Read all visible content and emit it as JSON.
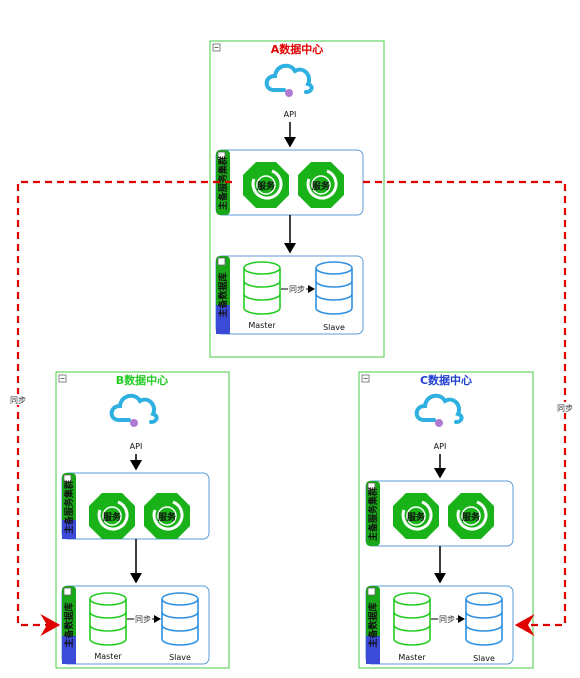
{
  "centers": [
    {
      "title": "A数据中心",
      "title_color": "#e00000",
      "api_label": "API",
      "service_layer": {
        "label": "主备服务集群",
        "services": [
          "服务",
          "服务"
        ]
      },
      "db_layer": {
        "label": "主备数据库",
        "master": "Master",
        "slave": "Slave",
        "sync_label": "同步"
      }
    },
    {
      "title": "B数据中心",
      "title_color": "#22cc22",
      "api_label": "API",
      "service_layer": {
        "label": "主备服务集群",
        "services": [
          "服务",
          "服务"
        ]
      },
      "db_layer": {
        "label": "主备数据库",
        "master": "Master",
        "slave": "Slave",
        "sync_label": "同步"
      }
    },
    {
      "title": "C数据中心",
      "title_color": "#1f3fd0",
      "api_label": "API",
      "service_layer": {
        "label": "主备服务集群",
        "services": [
          "服务",
          "服务"
        ]
      },
      "db_layer": {
        "label": "主备数据库",
        "master": "Master",
        "slave": "Slave",
        "sync_label": "同步"
      }
    }
  ],
  "cross_sync": {
    "left_label": "同步",
    "right_label": "同步",
    "color": "#e00000"
  },
  "colors": {
    "container_border": "#44cc44",
    "layer_border": "#5b9bd5",
    "layer_tab": "#1aa81a",
    "layer_tab_blue": "#3b4bd8",
    "service_green": "#19b219",
    "master_db": "#22cc22",
    "slave_db": "#2f8fe0",
    "cloud": "#2fb0e0"
  }
}
